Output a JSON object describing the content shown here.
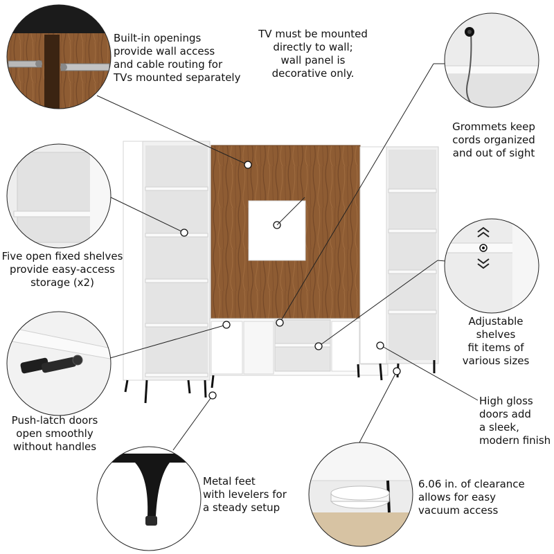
{
  "callouts": {
    "wall_access": "Built-in openings\nprovide wall access\nand cable routing for\nTVs mounted separately",
    "tv_mount": "TV must be mounted\ndirectly to wall;\nwall panel is\ndecorative only.",
    "grommets": "Grommets keep\ncords organized\nand out of sight",
    "open_shelves": "Five open fixed shelves\nprovide easy-access\nstorage (x2)",
    "adjustable_shelves": "Adjustable shelves\nfit items of\nvarious sizes",
    "push_latch": "Push-latch doors\nopen smoothly\nwithout handles",
    "high_gloss": "High gloss\ndoors add\na sleek,\nmodern finish",
    "metal_feet": "Metal feet\nwith levelers for\na steady setup",
    "clearance": "6.06 in. of clearance\nallows for easy\nvacuum access"
  },
  "icons": [
    "grommet-icon",
    "adjustment-arrows-icon"
  ],
  "colors": {
    "wood": "#8a5a32",
    "white_finish": "#f4f4f4",
    "metal": "#1a1a1a",
    "leader_line": "#222222"
  }
}
